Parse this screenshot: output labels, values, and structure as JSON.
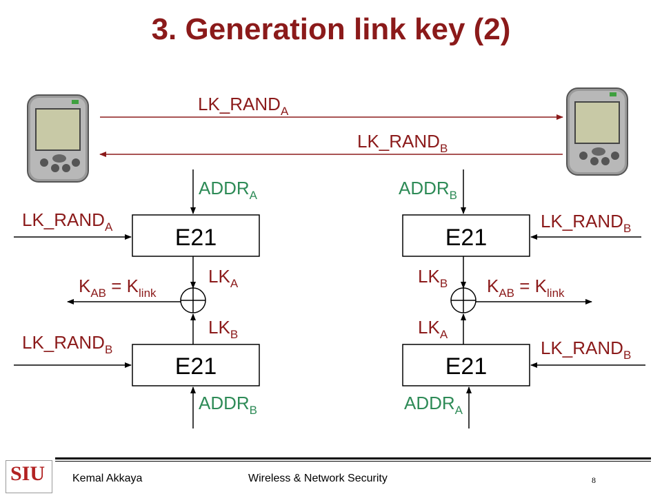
{
  "title": "3. Generation link key (2)",
  "labels": {
    "lk_rand": "LK_RAND",
    "addr": "ADDR",
    "lk": "LK",
    "k": "K",
    "ab": "AB",
    "eq_k": " = K",
    "link": "link",
    "sub_a": "A",
    "sub_b": "B"
  },
  "blocks": {
    "e21": "E21"
  },
  "devices": {
    "left": "pda-icon",
    "right": "pda-icon"
  },
  "footer": {
    "author": "Kemal Akkaya",
    "course": "Wireless & Network Security",
    "page": "8",
    "logo_text": "SIU"
  },
  "colors": {
    "title": "#8b1a1a",
    "red_label": "#8b1a1a",
    "green_label": "#2e8b57"
  }
}
